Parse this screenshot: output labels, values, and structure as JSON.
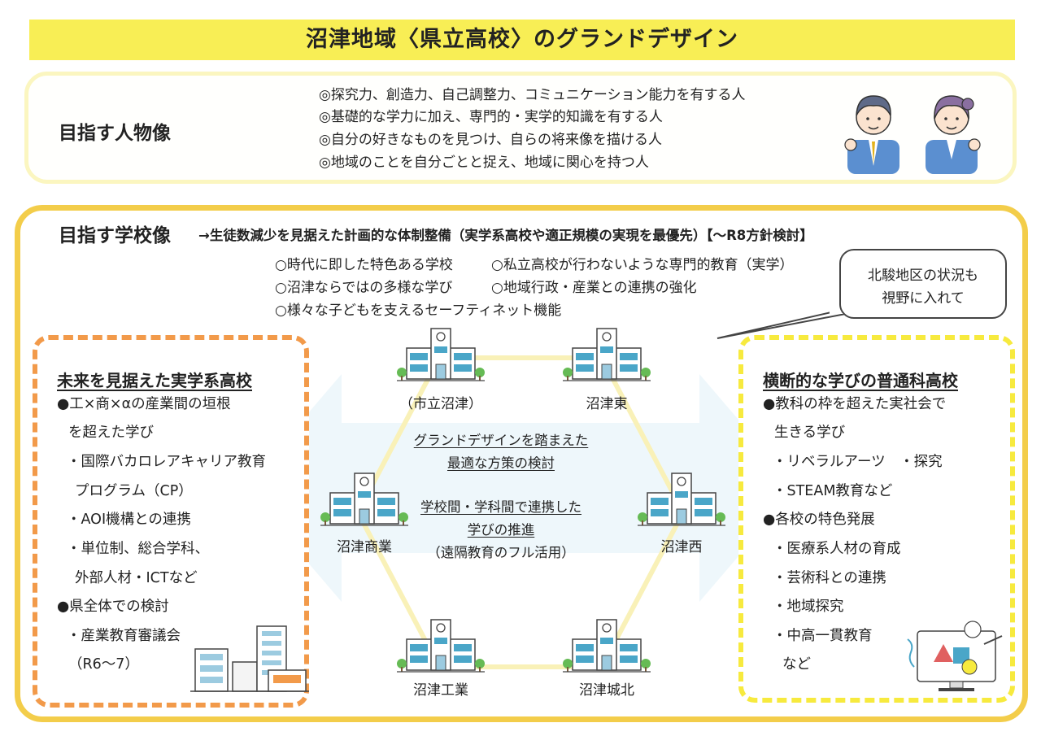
{
  "title": "沼津地域〈県立高校〉のグランドデザイン",
  "person": {
    "heading": "目指す人物像",
    "items": [
      "◎探究力、創造力、自己調整力、コミュニケーション能力を有する人",
      "◎基礎的な学力に加え、専門的・実学的知識を有する人",
      "◎自分の好きなものを見つけ、自らの将来像を描ける人",
      "◎地域のことを自分ごとと捉え、地域に関心を持つ人"
    ]
  },
  "school": {
    "heading": "目指す学校像",
    "subheading": "→生徒数減少を見据えた計画的な体制整備（実学系高校や適正規模の実現を最優先）【～R8方針検討】",
    "items": [
      "○時代に即した特色ある学校",
      "○私立高校が行わないような専門的教育（実学）",
      "○沼津ならではの多様な学び",
      "○地域行政・産業との連携の強化",
      "○様々な子どもを支えるセーフティネット機能"
    ],
    "bubble": [
      "北駿地区の状況も",
      "視野に入れて"
    ]
  },
  "left_panel": {
    "title": "未来を見据えた実学系高校",
    "lines": [
      "●工×商×αの産業間の垣根",
      "を超えた学び",
      "・国際バカロレアキャリア教育",
      "プログラム（CP）",
      "・AOI機構との連携",
      "・単位制、総合学科、",
      "外部人材・ICTなど",
      "●県全体での検討",
      "・産業教育審議会",
      "（R6～7）"
    ]
  },
  "right_panel": {
    "title": "横断的な学びの普通科高校",
    "lines": [
      "●教科の枠を超えた実社会で",
      "生きる学び",
      "・リベラルアーツ　・探究",
      "・STEAM教育など",
      "●各校の特色発展",
      "・医療系人材の育成",
      "・芸術科との連携",
      "・地域探究",
      "・中高一貫教育",
      "など"
    ]
  },
  "schools": {
    "s1": "（市立沼津）",
    "s2": "沼津東",
    "s3": "沼津商業",
    "s4": "沼津西",
    "s5": "沼津工業",
    "s6": "沼津城北"
  },
  "center": {
    "line1": "グランドデザインを踏まえた",
    "line2": "最適な方策の検討",
    "line3": "学校間・学科間で連携した",
    "line4": "学びの推進",
    "line5": "（遠隔教育のフル活用）"
  },
  "colors": {
    "title_bar": "#f8ee55",
    "school_border": "#f3cd4a",
    "left_border": "#f29a4a",
    "right_border": "#f7ea3e",
    "building": "#4aa6c8",
    "tree": "#66bb55"
  }
}
